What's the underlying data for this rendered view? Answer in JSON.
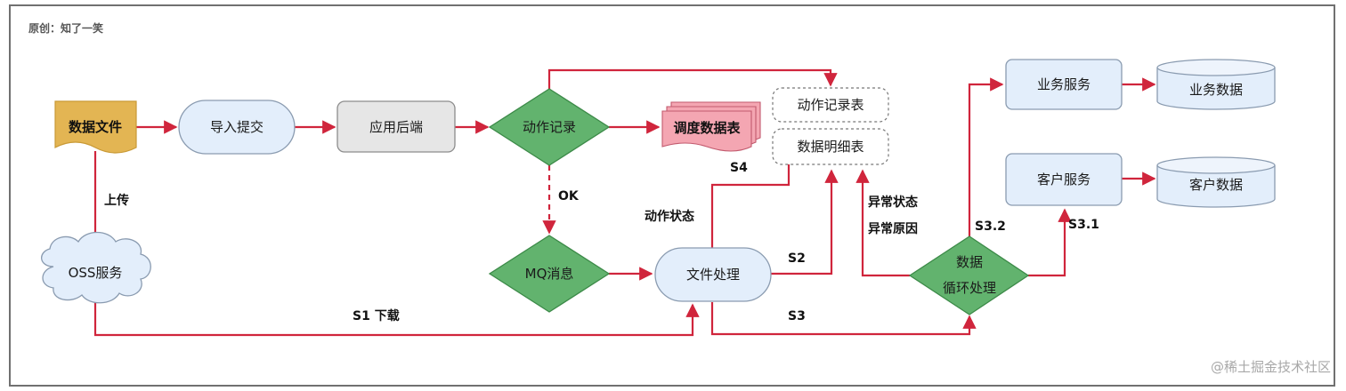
{
  "author_note": "原创：知了一笑",
  "watermark": "@稀土掘金技术社区",
  "nodes": {
    "data_file": "数据文件",
    "import_submit": "导入提交",
    "app_backend": "应用后端",
    "action_record": "动作记录",
    "schedule_table": "调度数据表",
    "action_record_table": "动作记录表",
    "data_detail_table": "数据明细表",
    "oss_service": "OSS服务",
    "mq_message": "MQ消息",
    "file_process": "文件处理",
    "data_loop_line1": "数据",
    "data_loop_line2": "循环处理",
    "business_service": "业务服务",
    "business_data": "业务数据",
    "customer_service": "客户服务",
    "customer_data": "客户数据"
  },
  "edge_labels": {
    "upload": "上传",
    "ok": "OK",
    "s1_download": "S1  下载",
    "action_status": "动作状态",
    "s4": "S4",
    "s2": "S2",
    "s3": "S3",
    "exception_status": "异常状态",
    "exception_reason": "异常原因",
    "s3_2": "S3.2",
    "s3_1": "S3.1"
  },
  "colors": {
    "edge": "#d0253c",
    "data_file_fill": "#e3b553",
    "pill_fill": "#e3eefb",
    "process_fill": "#e6e6e6",
    "decision_fill": "#62b36e",
    "schedule_table_fill": "#f4a6b2",
    "service_fill": "#e3eefb",
    "database_fill": "#e3eefb",
    "cloud_fill": "#e3eefb"
  }
}
